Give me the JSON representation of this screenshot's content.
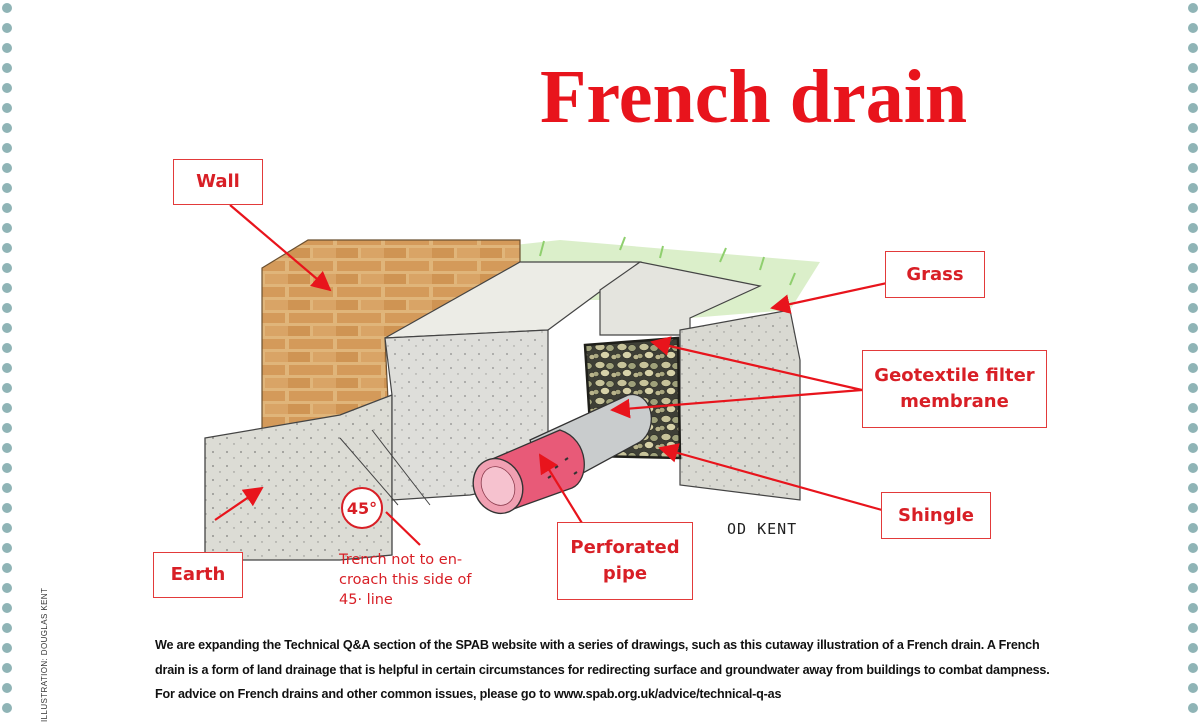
{
  "title": "French drain",
  "labels": {
    "wall": "Wall",
    "grass": "Grass",
    "geotextile_line1": "Geotextile filter",
    "geotextile_line2": "membrane",
    "shingle": "Shingle",
    "perforated_line1": "Perforated",
    "perforated_line2": "pipe",
    "earth": "Earth"
  },
  "angle_marker": "45°",
  "trench_note": [
    "Trench not to en-",
    "croach this side of",
    "45· line"
  ],
  "signature": "OD KENT",
  "caption": [
    "We are expanding the Technical Q&A section of the SPAB website with a series of drawings, such as this cutaway illustration of a French drain. A French",
    "drain is a form of land drainage that is helpful in certain circumstances for redirecting surface and groundwater away from buildings to combat dampness.",
    "For advice on French drains and other common issues, please go to www.spab.org.uk/advice/technical-q-as"
  ],
  "credit": "ILLUSTRATION: DOUGLAS KENT",
  "colors": {
    "accent_red": "#e8141c",
    "border_dots": "#8fb4b6",
    "brick": "#d7a265",
    "stone": "#d9d9d2",
    "pipe_red": "#e85a78",
    "pipe_grey": "#c9cccd",
    "grass": "#a9d88a"
  }
}
